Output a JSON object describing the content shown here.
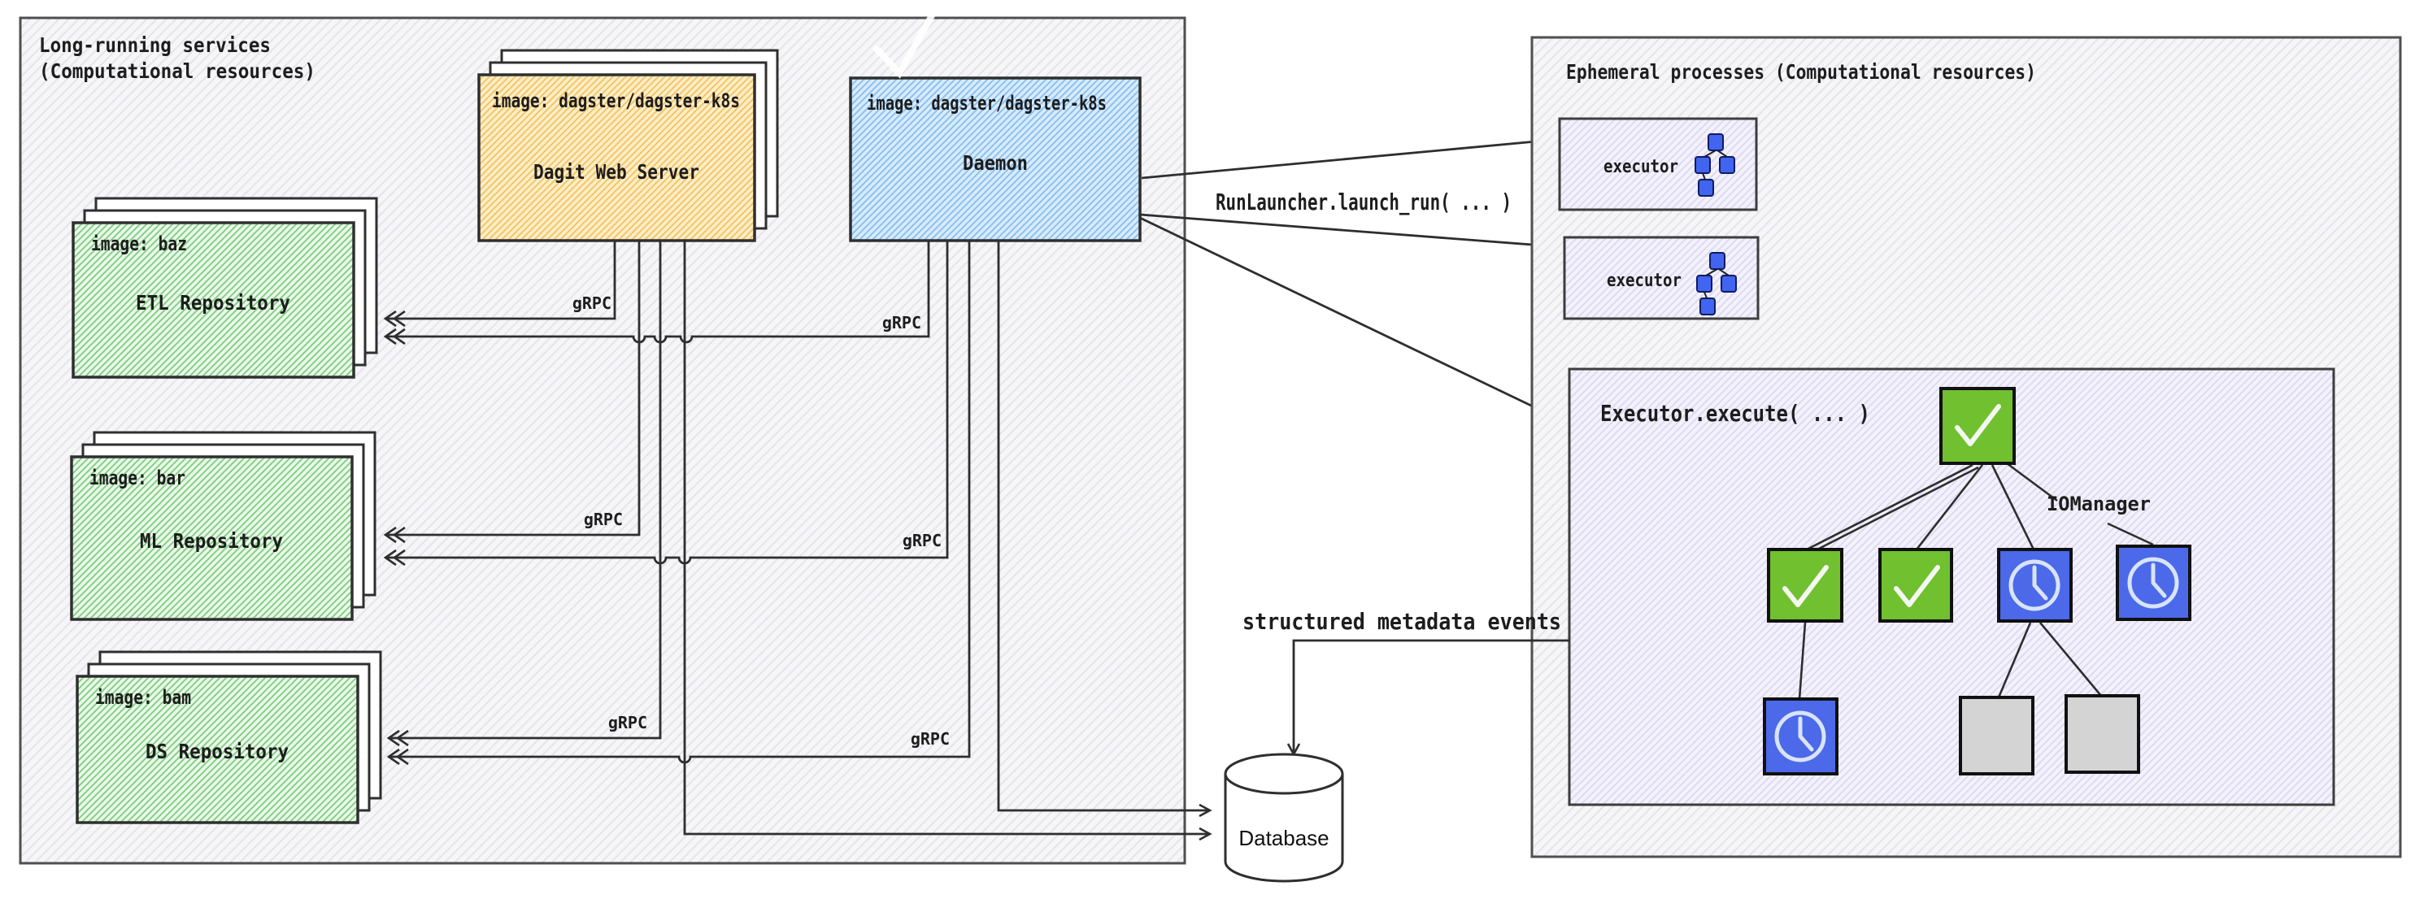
{
  "left_panel": {
    "title_line1": "Long-running services",
    "title_line2": "(Computational resources)"
  },
  "right_panel": {
    "title": "Ephemeral processes (Computational resources)"
  },
  "dagit": {
    "image": "image: dagster/dagster-k8s",
    "name": "Dagit Web Server"
  },
  "daemon": {
    "image": "image: dagster/dagster-k8s",
    "name": "Daemon"
  },
  "repos": [
    {
      "image": "image: baz",
      "name": "ETL Repository"
    },
    {
      "image": "image: bar",
      "name": "ML Repository"
    },
    {
      "image": "image: bam",
      "name": "DS Repository"
    }
  ],
  "executors": [
    {
      "label": "executor"
    },
    {
      "label": "executor"
    }
  ],
  "execute_box": {
    "title": "Executor.execute( ... )",
    "io_manager": "IOManager"
  },
  "labels": {
    "grpc": "gRPC",
    "run_launcher": "RunLauncher.launch_run( ... )",
    "metadata_events": "structured metadata events"
  },
  "database": {
    "name": "Database"
  },
  "colors": {
    "panel_fill": "#f6f6f8",
    "panel_hatch": "#e4e4ea",
    "dagit_fill": "#fdeec7",
    "dagit_hatch": "#f3c569",
    "daemon_fill": "#d8ebfd",
    "daemon_hatch": "#8cc1ef",
    "repo_fill": "#eaf9ea",
    "repo_hatch": "#86cf86",
    "process_fill": "#f3f1fb",
    "process_hatch": "#dcd8f2",
    "task_green": "#70c02f",
    "task_blue": "#4b69e9",
    "task_gray": "#d4d4d4",
    "icon_blue": "#4165f0",
    "line": "#2e2e2e"
  }
}
